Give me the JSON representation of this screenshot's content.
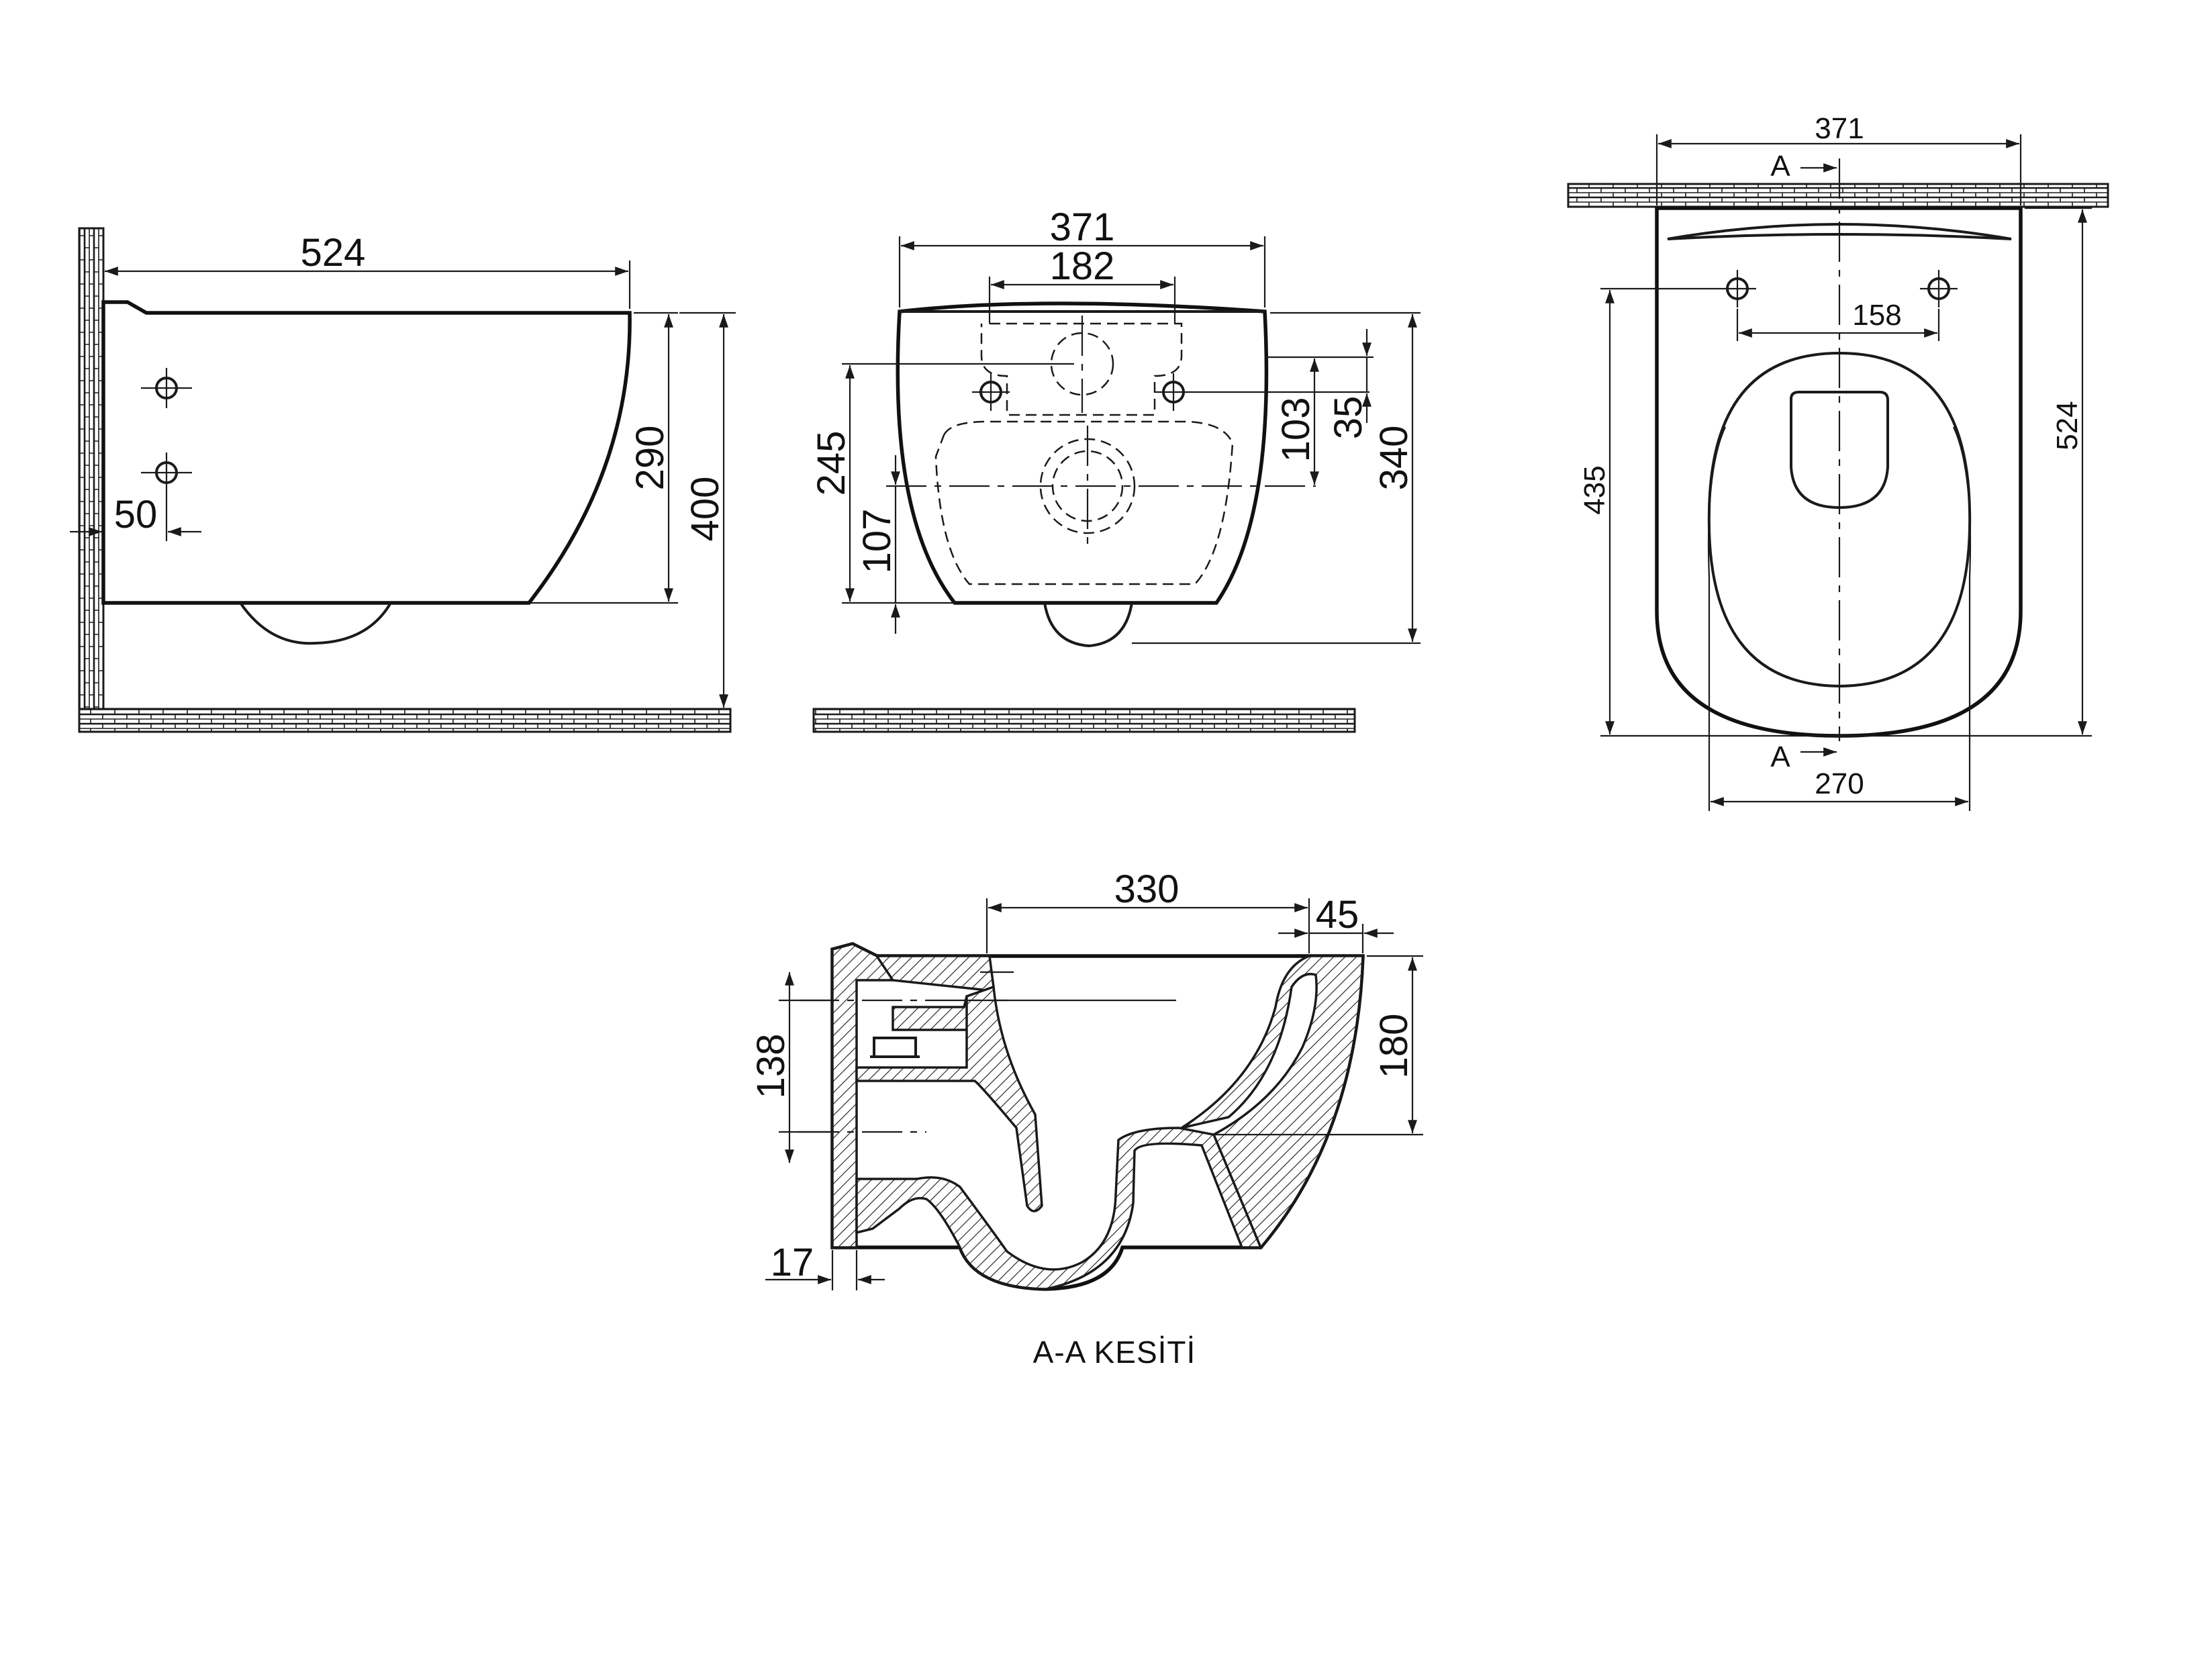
{
  "side_view": {
    "dims": {
      "length": "524",
      "height_body": "290",
      "height_total": "400",
      "offset": "50"
    }
  },
  "front_view": {
    "dims": {
      "width": "371",
      "hole_spacing": "182",
      "height_245": "245",
      "height_107": "107",
      "height_103": "103",
      "height_35": "35",
      "height_340": "340"
    }
  },
  "top_view": {
    "dims": {
      "width": "371",
      "hole_spacing": "158",
      "depth_435": "435",
      "depth_524": "524",
      "inner_width": "270"
    },
    "section_marks": {
      "top": "A",
      "bottom": "A"
    }
  },
  "section_view": {
    "dims": {
      "length": "330",
      "rim": "45",
      "height_138": "138",
      "height_180": "180",
      "wall": "17"
    },
    "caption": "A-A KESİTİ"
  },
  "colors": {
    "line": "#1a1a1a",
    "background": "#ffffff"
  }
}
